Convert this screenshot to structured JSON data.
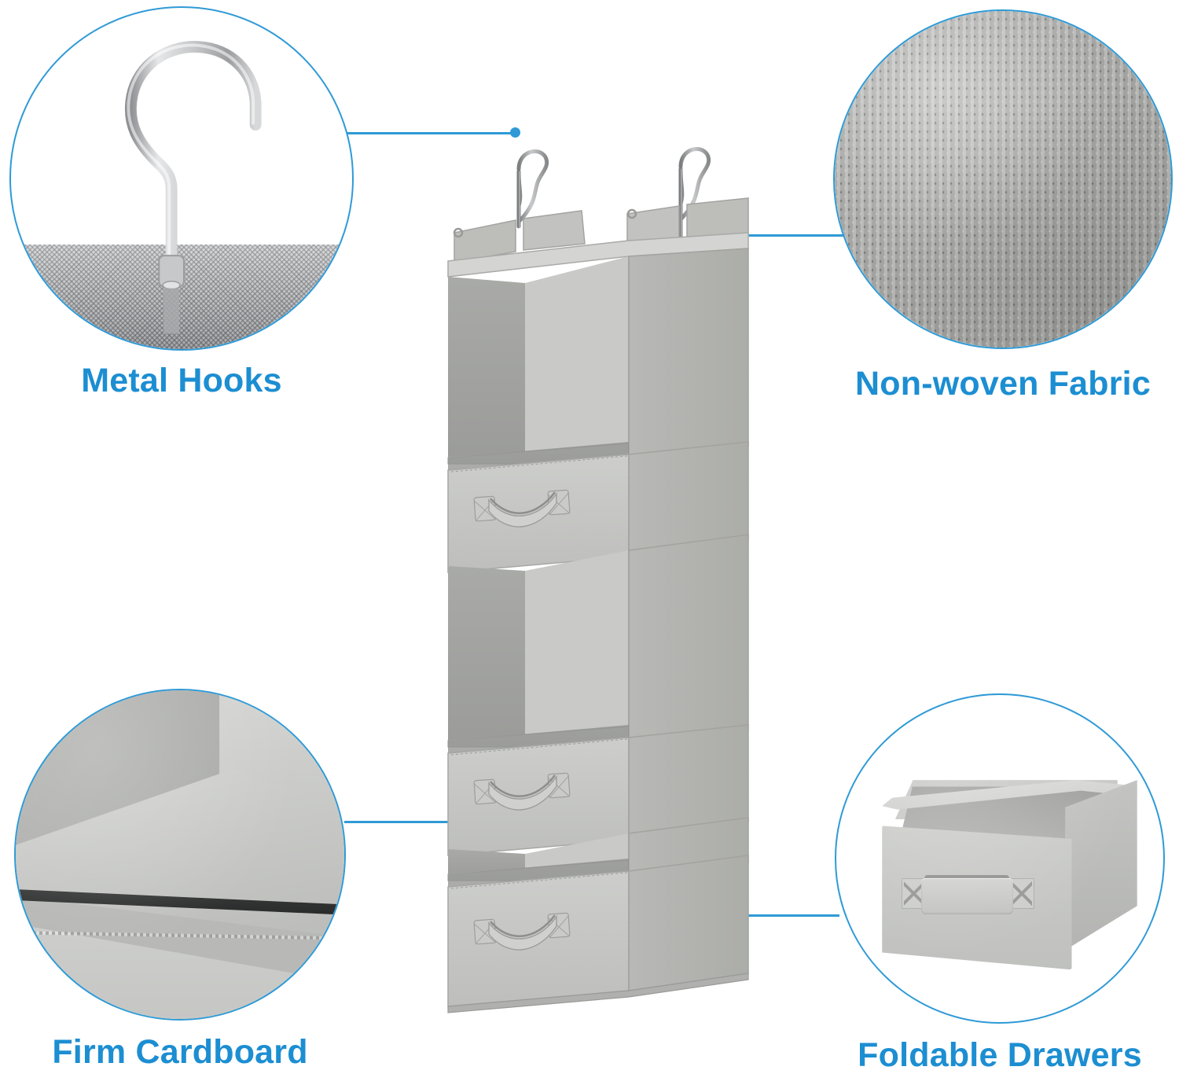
{
  "page": {
    "background_color": "#ffffff",
    "accent_color": "#2f9ad6",
    "label_color": "#1c8ed2",
    "product_fabric_color": "#b5b6b3",
    "product_shadow_color": "#9b9c99",
    "metal_color": "#b9bbbd"
  },
  "callouts": [
    {
      "id": "metal-hooks",
      "label": "Metal Hooks",
      "position": "top-left",
      "icon": "hook-icon",
      "connector": {
        "from": "circle-right-edge",
        "to": "product-top-left-hook"
      }
    },
    {
      "id": "non-woven-fabric",
      "label": "Non-woven Fabric",
      "position": "top-right",
      "icon": "fabric-swatch-icon",
      "connector": {
        "from": "circle-left-edge",
        "to": "product-upper-right-panel"
      }
    },
    {
      "id": "firm-cardboard",
      "label": "Firm Cardboard",
      "position": "bottom-left",
      "icon": "shelf-corner-icon",
      "connector": {
        "from": "circle-right-edge",
        "to": "product-lower-shelf"
      }
    },
    {
      "id": "foldable-drawers",
      "label": "Foldable Drawers",
      "position": "bottom-right",
      "icon": "open-bin-icon",
      "connector": {
        "from": "circle-left-edge",
        "to": "product-bottom-drawer"
      }
    }
  ],
  "product": {
    "name": "6-shelf hanging closet organizer",
    "hook_count": 2,
    "compartment_count": 6,
    "drawer_count": 3,
    "open_shelf_count": 3,
    "compartments": [
      {
        "index": 1,
        "type": "open-shelf"
      },
      {
        "index": 2,
        "type": "drawer"
      },
      {
        "index": 3,
        "type": "open-shelf"
      },
      {
        "index": 4,
        "type": "drawer"
      },
      {
        "index": 5,
        "type": "open-shelf"
      },
      {
        "index": 6,
        "type": "drawer"
      }
    ]
  }
}
